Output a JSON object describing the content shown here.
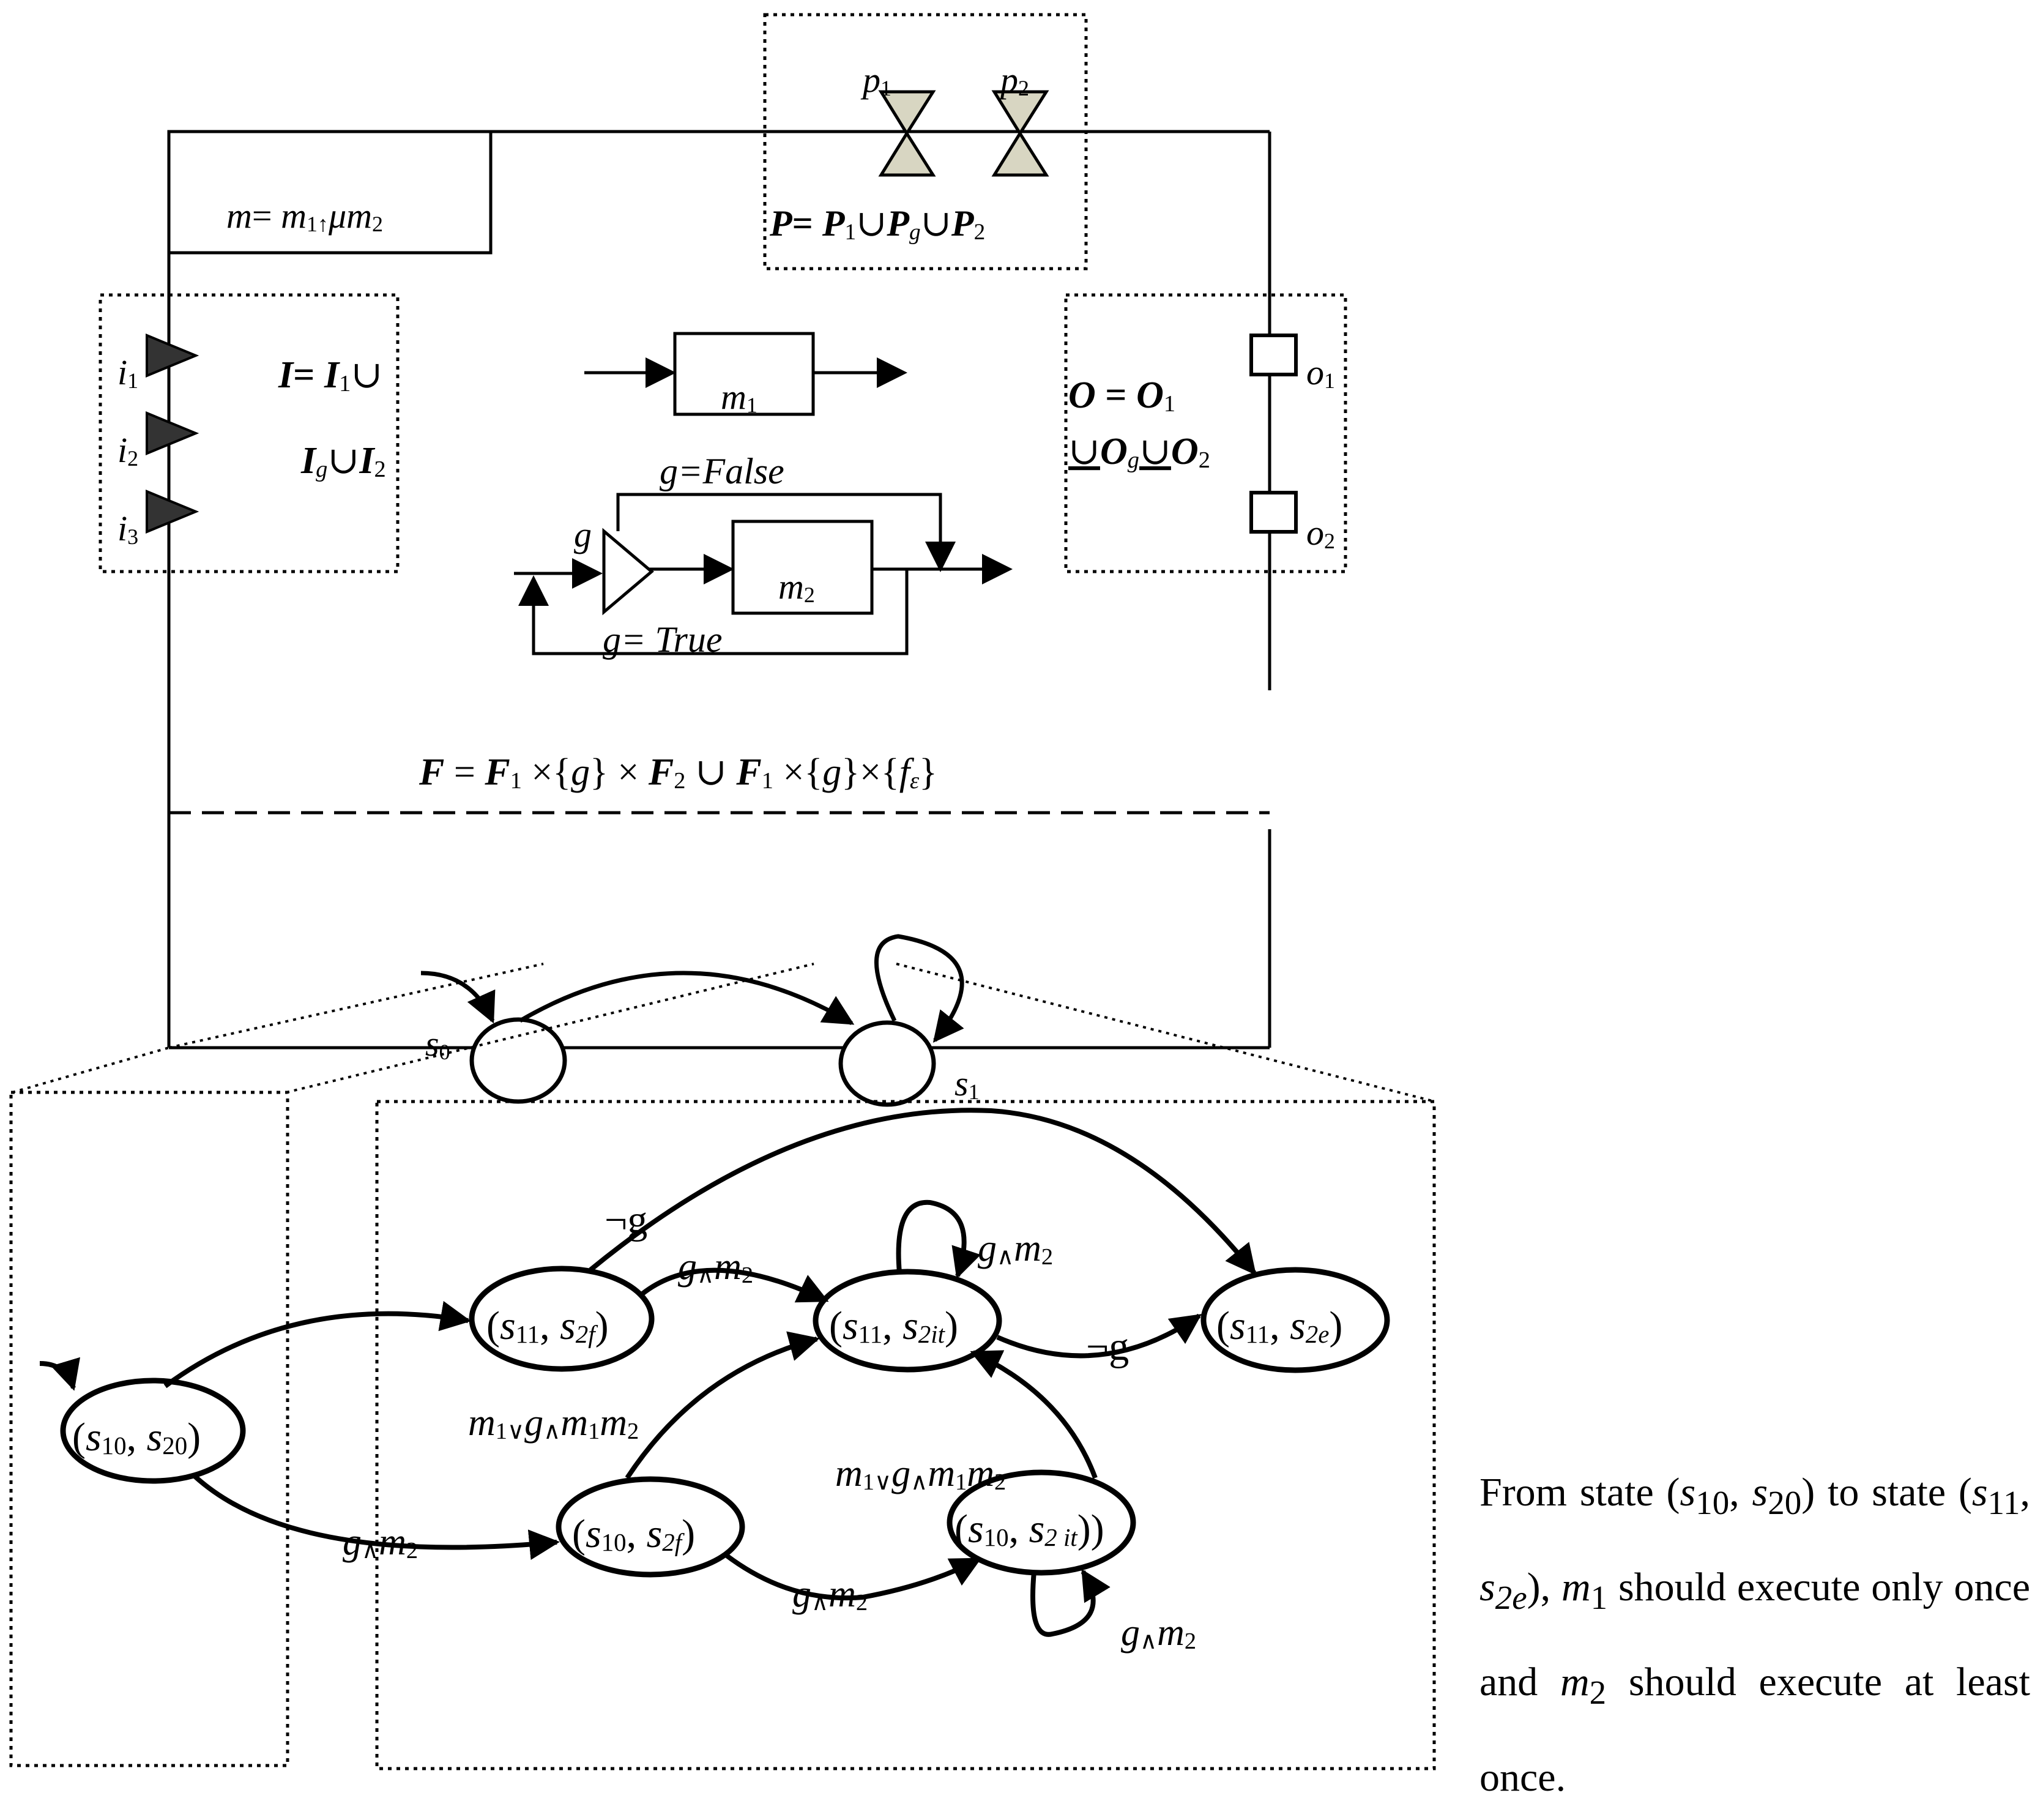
{
  "top": {
    "merge_label": {
      "lhs": "m",
      "eq": "= ",
      "m1": "m",
      "s1": "1↑",
      "mu": "μ",
      "m2": "m",
      "s2": "2"
    },
    "ports": {
      "p1": {
        "base": "p",
        "sub": "1"
      },
      "p2": {
        "base": "p",
        "sub": "2"
      }
    },
    "P_label": {
      "lhs": "P",
      "eq": "= ",
      "a": "P",
      "as": "1",
      "u1": "∪",
      "b": "P",
      "bs": "g",
      "u2": "∪",
      "c": "P",
      "cs": "2"
    },
    "inputs": [
      {
        "base": "i",
        "sub": "1"
      },
      {
        "base": "i",
        "sub": "2"
      },
      {
        "base": "i",
        "sub": "3"
      }
    ],
    "I_label": {
      "line1_lhs": "I",
      "line1_eq": "= ",
      "line1_a": "I",
      "line1_as": "1",
      "line1_u": "∪",
      "line2_b": "I",
      "line2_bs": "g",
      "line2_u": "∪",
      "line2_c": "I",
      "line2_cs": "2"
    },
    "outputs": [
      {
        "base": "o",
        "sub": "1"
      },
      {
        "base": "o",
        "sub": "2"
      }
    ],
    "O_label": {
      "line1_lhs": "O",
      "line1_eq": " = ",
      "line1_a": "O",
      "line1_as": "1",
      "line2_u1": "∪",
      "line2_b": "O",
      "line2_bs": "g",
      "line2_u2": "∪",
      "line2_c": "O",
      "line2_cs": "2"
    },
    "module1": {
      "base": "m",
      "sub": "1"
    },
    "module2": {
      "base": "m",
      "sub": "2"
    },
    "guard": "g",
    "guard_false": "g=False",
    "guard_true": "g= True",
    "F_label": {
      "lhs": "F",
      "eq": " = ",
      "a": "F",
      "as": "1",
      "t1": " ×{",
      "g1": "g",
      "t2": "} × ",
      "b": "F",
      "bs": "2",
      "u": " ∪ ",
      "c": "F",
      "cs": "1",
      "t3": " ×{",
      "g2": "g",
      "t4": "}×{",
      "f": "f",
      "fs": "ε",
      "t5": "}"
    }
  },
  "states_top": {
    "s0": {
      "base": "s",
      "sub": "0"
    },
    "s1": {
      "base": "s",
      "sub": "1"
    }
  },
  "states": [
    {
      "id": "s10_s20",
      "a": "s",
      "as": "10",
      "b": "s",
      "bs": "20"
    },
    {
      "id": "s11_s2f",
      "a": "s",
      "as": "11",
      "b": "s",
      "bs": "2f"
    },
    {
      "id": "s11_s2it",
      "a": "s",
      "as": "11",
      "b": "s",
      "bs": "2it"
    },
    {
      "id": "s11_s2e",
      "a": "s",
      "as": "11",
      "b": "s",
      "bs": "2e"
    },
    {
      "id": "s10_s2f",
      "a": "s",
      "as": "10",
      "b": "s",
      "bs": "2f"
    },
    {
      "id": "s10_s2it",
      "a": "s",
      "as": "10",
      "b": "s",
      "bs": "2 it"
    }
  ],
  "transitions": {
    "not_g": "¬g",
    "g_and_m2": {
      "g": "g",
      "op": "∧",
      "m": "m",
      "ms": "2"
    },
    "complex": {
      "m1": "m",
      "m1s": "1",
      "or": "∨",
      "g": "g",
      "and": "∧",
      "m1b": "m",
      "m1bs": "1",
      "m2": "m",
      "m2s": "2"
    }
  },
  "note": {
    "line1a": "From state (",
    "s": "s",
    "sub10": "10",
    "sub20": "20",
    "line1b": ") to state",
    "sub11": "11",
    "sub2e": "2e",
    "m": "m",
    "sub1": "1",
    "sub2": "2",
    "t_should_execute": " should execute",
    "t_only_once": "only once and ",
    "t_should": " should",
    "t_least": "execute at least once."
  }
}
